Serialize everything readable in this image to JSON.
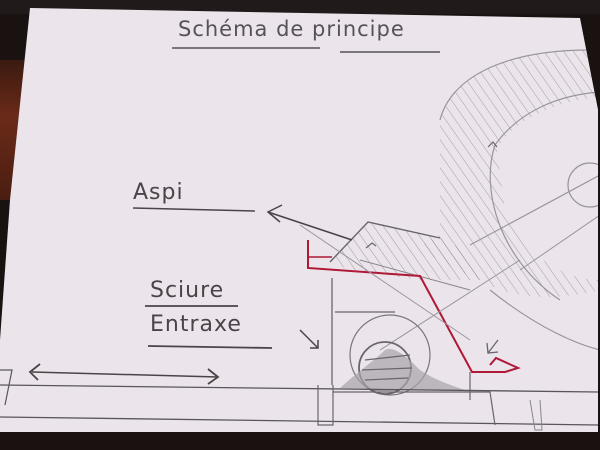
{
  "sketch": {
    "title": "Schéma de principe",
    "labels": {
      "aspi": "Aspi",
      "sciure": "Sciure",
      "entraxe": "Entraxe"
    },
    "colors": {
      "paper": "#ece6ec",
      "pencil": "#4a4448",
      "light_pencil": "#9a949c",
      "red_pen": "#b01838"
    }
  }
}
